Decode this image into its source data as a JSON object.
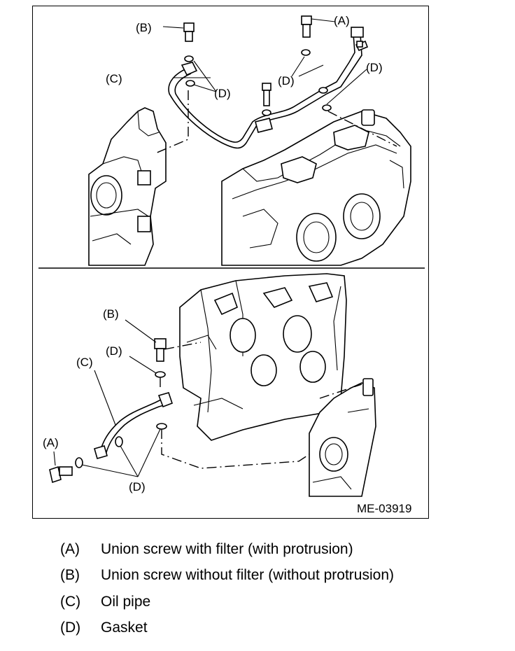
{
  "figure_id": "ME-03919",
  "callouts": {
    "a": "(A)",
    "b": "(B)",
    "c": "(C)",
    "d": "(D)"
  },
  "legend": [
    {
      "key": "(A)",
      "text": "Union screw with filter (with protrusion)"
    },
    {
      "key": "(B)",
      "text": "Union screw without filter (without protrusion)"
    },
    {
      "key": "(C)",
      "text": "Oil pipe"
    },
    {
      "key": "(D)",
      "text": "Gasket"
    }
  ]
}
